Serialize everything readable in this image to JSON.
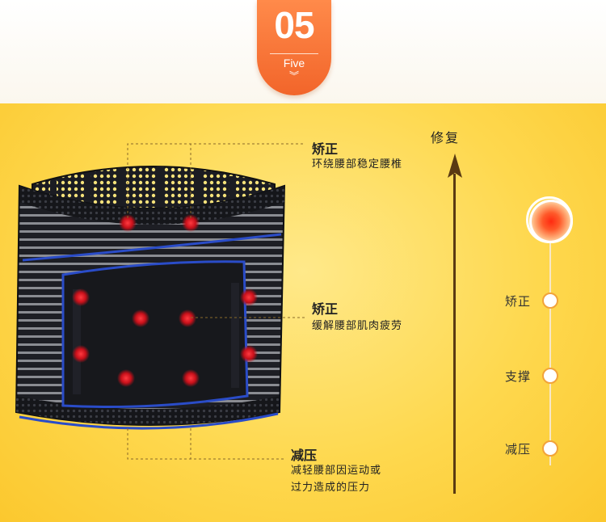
{
  "badge": {
    "number": "05",
    "word": "Five",
    "chevrons": "︾"
  },
  "labels": [
    {
      "title": "矫正",
      "desc": [
        "环绕腰部稳定腰椎"
      ]
    },
    {
      "title": "矫正",
      "desc": [
        "缓解腰部肌肉疲劳"
      ]
    },
    {
      "title": "减压",
      "desc": [
        "减轻腰部因运动或",
        "过力造成的压力"
      ]
    }
  ],
  "scale": {
    "arrow_label": "修复",
    "levels": [
      "矫正",
      "支撑",
      "减压"
    ]
  },
  "colors": {
    "badge": "#f2652a",
    "background": "#fed84e",
    "arrow": "#5a3a12",
    "dot_red": "#e0202a",
    "belt": "#1b1c22",
    "trim": "#2a4cc8"
  },
  "icons": {
    "belt": "waist-belt-image",
    "glow": "red-glow-dot-icon",
    "arrow": "up-arrow-icon"
  }
}
